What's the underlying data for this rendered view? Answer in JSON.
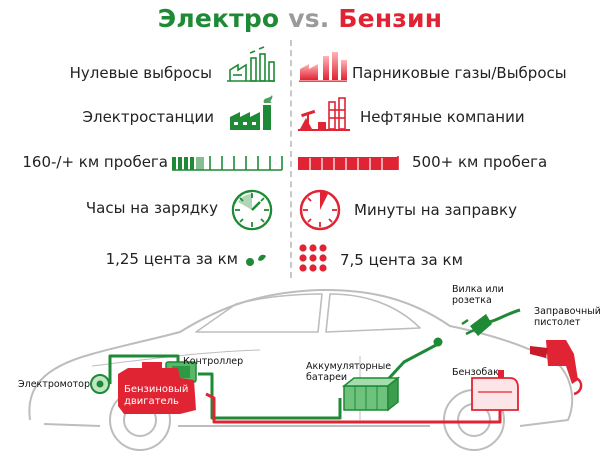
{
  "title": {
    "left": "Электро",
    "vs": "vs.",
    "right": "Бензин"
  },
  "colors": {
    "green": "#1e8a35",
    "red": "#e02433",
    "gray": "#9a9a9a",
    "car_outline": "#bdbdbd"
  },
  "electric": {
    "rows": [
      {
        "label": "Нулевые выбросы",
        "icon": "clean-factory-icon"
      },
      {
        "label": "Электростанции",
        "icon": "power-plant-icon"
      },
      {
        "label": "160-/+ км пробега",
        "icon": "range-bar-icon",
        "fill_fraction": 0.3
      },
      {
        "label": "Часы на зарядку",
        "icon": "clock-icon"
      },
      {
        "label": "1,25 цента за км",
        "icon": "coins-icon"
      }
    ]
  },
  "gasoline": {
    "rows": [
      {
        "label": "Парниковые газы/Выбросы",
        "icon": "polluting-factory-icon"
      },
      {
        "label": "Нефтяные компании",
        "icon": "oil-refinery-icon"
      },
      {
        "label": "500+ км пробега",
        "icon": "range-bar-icon",
        "fill_fraction": 0.85
      },
      {
        "label": "Минуты на заправку",
        "icon": "stopwatch-icon"
      },
      {
        "label": "7,5 цента за км",
        "icon": "coins-icon"
      }
    ]
  },
  "car": {
    "labels": {
      "motor": "Электромотор",
      "controller": "Контроллер",
      "engine": [
        "Бензиновый",
        "двигатель"
      ],
      "battery": [
        "Аккумуляторные",
        "батареи"
      ],
      "plug": [
        "Вилка или",
        "розетка"
      ],
      "nozzle": [
        "Заправочный",
        "пистолет"
      ],
      "tank": "Бензобак"
    }
  }
}
